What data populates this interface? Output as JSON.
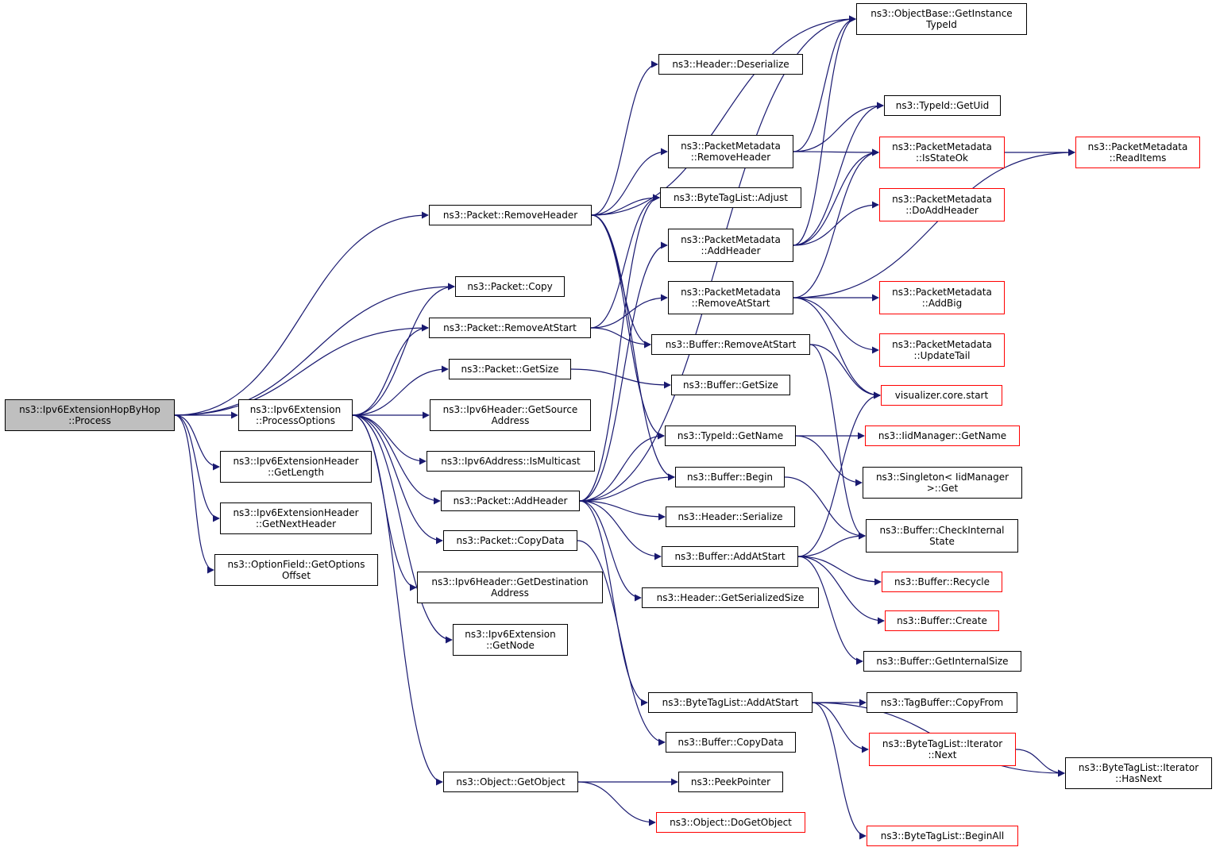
{
  "colors": {
    "edge": "#191970",
    "node_border": "#000000",
    "truncated_border": "#ff0000",
    "root_fill": "#bfbfbf"
  },
  "nodes": {
    "root": {
      "lines": [
        "ns3::Ipv6ExtensionHopByHop",
        "::Process"
      ],
      "style": "root"
    },
    "processOptions": {
      "lines": [
        "ns3::Ipv6Extension",
        "::ProcessOptions"
      ],
      "style": "normal"
    },
    "getLength": {
      "lines": [
        "ns3::Ipv6ExtensionHeader",
        "::GetLength"
      ],
      "style": "normal"
    },
    "getNextHeader": {
      "lines": [
        "ns3::Ipv6ExtensionHeader",
        "::GetNextHeader"
      ],
      "style": "normal"
    },
    "getOptionsOffset": {
      "lines": [
        "ns3::OptionField::GetOptions",
        "Offset"
      ],
      "style": "normal"
    },
    "removeHeader": {
      "lines": [
        "ns3::Packet::RemoveHeader"
      ],
      "style": "normal"
    },
    "packetCopy": {
      "lines": [
        "ns3::Packet::Copy"
      ],
      "style": "normal"
    },
    "removeAtStart": {
      "lines": [
        "ns3::Packet::RemoveAtStart"
      ],
      "style": "normal"
    },
    "packetGetSize": {
      "lines": [
        "ns3::Packet::GetSize"
      ],
      "style": "normal"
    },
    "getSourceAddress": {
      "lines": [
        "ns3::Ipv6Header::GetSource",
        "Address"
      ],
      "style": "normal"
    },
    "isMulticast": {
      "lines": [
        "ns3::Ipv6Address::IsMulticast"
      ],
      "style": "normal"
    },
    "addHeader": {
      "lines": [
        "ns3::Packet::AddHeader"
      ],
      "style": "normal"
    },
    "packetCopyData": {
      "lines": [
        "ns3::Packet::CopyData"
      ],
      "style": "normal"
    },
    "getDestAddress": {
      "lines": [
        "ns3::Ipv6Header::GetDestination",
        "Address"
      ],
      "style": "normal"
    },
    "getNode": {
      "lines": [
        "ns3::Ipv6Extension",
        "::GetNode"
      ],
      "style": "normal"
    },
    "getObject": {
      "lines": [
        "ns3::Object::GetObject"
      ],
      "style": "normal"
    },
    "headerDeserialize": {
      "lines": [
        "ns3::Header::Deserialize"
      ],
      "style": "normal"
    },
    "pmRemoveHeader": {
      "lines": [
        "ns3::PacketMetadata",
        "::RemoveHeader"
      ],
      "style": "normal"
    },
    "btlAdjust": {
      "lines": [
        "ns3::ByteTagList::Adjust"
      ],
      "style": "normal"
    },
    "pmAddHeader": {
      "lines": [
        "ns3::PacketMetadata",
        "::AddHeader"
      ],
      "style": "normal"
    },
    "pmRemoveAtStart": {
      "lines": [
        "ns3::PacketMetadata",
        "::RemoveAtStart"
      ],
      "style": "normal"
    },
    "bufRemoveAtStart": {
      "lines": [
        "ns3::Buffer::RemoveAtStart"
      ],
      "style": "normal"
    },
    "bufGetSize": {
      "lines": [
        "ns3::Buffer::GetSize"
      ],
      "style": "normal"
    },
    "typeIdGetName": {
      "lines": [
        "ns3::TypeId::GetName"
      ],
      "style": "normal"
    },
    "bufBegin": {
      "lines": [
        "ns3::Buffer::Begin"
      ],
      "style": "normal"
    },
    "headerSerialize": {
      "lines": [
        "ns3::Header::Serialize"
      ],
      "style": "normal"
    },
    "bufAddAtStart": {
      "lines": [
        "ns3::Buffer::AddAtStart"
      ],
      "style": "normal"
    },
    "headerGetSerSize": {
      "lines": [
        "ns3::Header::GetSerializedSize"
      ],
      "style": "normal"
    },
    "btlAddAtStart": {
      "lines": [
        "ns3::ByteTagList::AddAtStart"
      ],
      "style": "normal"
    },
    "bufCopyData": {
      "lines": [
        "ns3::Buffer::CopyData"
      ],
      "style": "normal"
    },
    "peekPointer": {
      "lines": [
        "ns3::PeekPointer"
      ],
      "style": "normal"
    },
    "doGetObject": {
      "lines": [
        "ns3::Object::DoGetObject"
      ],
      "style": "truncated"
    },
    "getInstanceTypeId": {
      "lines": [
        "ns3::ObjectBase::GetInstance",
        "TypeId"
      ],
      "style": "normal"
    },
    "typeIdGetUid": {
      "lines": [
        "ns3::TypeId::GetUid"
      ],
      "style": "normal"
    },
    "pmIsStateOk": {
      "lines": [
        "ns3::PacketMetadata",
        "::IsStateOk"
      ],
      "style": "truncated"
    },
    "pmDoAddHeader": {
      "lines": [
        "ns3::PacketMetadata",
        "::DoAddHeader"
      ],
      "style": "truncated"
    },
    "pmAddBig": {
      "lines": [
        "ns3::PacketMetadata",
        "::AddBig"
      ],
      "style": "truncated"
    },
    "pmUpdateTail": {
      "lines": [
        "ns3::PacketMetadata",
        "::UpdateTail"
      ],
      "style": "truncated"
    },
    "visualizerStart": {
      "lines": [
        "visualizer.core.start"
      ],
      "style": "truncated"
    },
    "iidGetName": {
      "lines": [
        "ns3::IidManager::GetName"
      ],
      "style": "truncated"
    },
    "singletonGet": {
      "lines": [
        "ns3::Singleton< IidManager",
        ">::Get"
      ],
      "style": "normal"
    },
    "bufCheckInternal": {
      "lines": [
        "ns3::Buffer::CheckInternal",
        "State"
      ],
      "style": "normal"
    },
    "bufRecycle": {
      "lines": [
        "ns3::Buffer::Recycle"
      ],
      "style": "truncated"
    },
    "bufCreate": {
      "lines": [
        "ns3::Buffer::Create"
      ],
      "style": "truncated"
    },
    "bufGetInternalSize": {
      "lines": [
        "ns3::Buffer::GetInternalSize"
      ],
      "style": "normal"
    },
    "tagBufCopyFrom": {
      "lines": [
        "ns3::TagBuffer::CopyFrom"
      ],
      "style": "normal"
    },
    "btlIterNext": {
      "lines": [
        "ns3::ByteTagList::Iterator",
        "::Next"
      ],
      "style": "truncated"
    },
    "btlBeginAll": {
      "lines": [
        "ns3::ByteTagList::BeginAll"
      ],
      "style": "truncated"
    },
    "pmReadItems": {
      "lines": [
        "ns3::PacketMetadata",
        "::ReadItems"
      ],
      "style": "truncated"
    },
    "btlIterHasNext": {
      "lines": [
        "ns3::ByteTagList::Iterator",
        "::HasNext"
      ],
      "style": "normal"
    }
  },
  "edges": [
    [
      "root",
      "processOptions"
    ],
    [
      "root",
      "getLength"
    ],
    [
      "root",
      "getNextHeader"
    ],
    [
      "root",
      "getOptionsOffset"
    ],
    [
      "root",
      "removeHeader"
    ],
    [
      "root",
      "packetCopy"
    ],
    [
      "root",
      "removeAtStart"
    ],
    [
      "processOptions",
      "packetCopy"
    ],
    [
      "processOptions",
      "removeAtStart"
    ],
    [
      "processOptions",
      "packetGetSize"
    ],
    [
      "processOptions",
      "getSourceAddress"
    ],
    [
      "processOptions",
      "isMulticast"
    ],
    [
      "processOptions",
      "addHeader"
    ],
    [
      "processOptions",
      "packetCopyData"
    ],
    [
      "processOptions",
      "getDestAddress"
    ],
    [
      "processOptions",
      "getNode"
    ],
    [
      "processOptions",
      "getObject"
    ],
    [
      "removeHeader",
      "getInstanceTypeId"
    ],
    [
      "removeHeader",
      "headerDeserialize"
    ],
    [
      "removeHeader",
      "pmRemoveHeader"
    ],
    [
      "removeHeader",
      "btlAdjust"
    ],
    [
      "removeHeader",
      "bufRemoveAtStart"
    ],
    [
      "removeHeader",
      "typeIdGetName"
    ],
    [
      "removeHeader",
      "bufBegin"
    ],
    [
      "removeAtStart",
      "pmRemoveAtStart"
    ],
    [
      "removeAtStart",
      "bufRemoveAtStart"
    ],
    [
      "removeAtStart",
      "btlAdjust"
    ],
    [
      "packetGetSize",
      "bufGetSize"
    ],
    [
      "addHeader",
      "getInstanceTypeId"
    ],
    [
      "addHeader",
      "btlAdjust"
    ],
    [
      "addHeader",
      "pmAddHeader"
    ],
    [
      "addHeader",
      "typeIdGetName"
    ],
    [
      "addHeader",
      "bufBegin"
    ],
    [
      "addHeader",
      "headerSerialize"
    ],
    [
      "addHeader",
      "bufAddAtStart"
    ],
    [
      "addHeader",
      "headerGetSerSize"
    ],
    [
      "addHeader",
      "btlAddAtStart"
    ],
    [
      "packetCopyData",
      "bufCopyData"
    ],
    [
      "getObject",
      "peekPointer"
    ],
    [
      "getObject",
      "doGetObject"
    ],
    [
      "pmRemoveHeader",
      "getInstanceTypeId"
    ],
    [
      "pmRemoveHeader",
      "typeIdGetUid"
    ],
    [
      "pmRemoveHeader",
      "pmIsStateOk"
    ],
    [
      "pmAddHeader",
      "getInstanceTypeId"
    ],
    [
      "pmAddHeader",
      "typeIdGetUid"
    ],
    [
      "pmAddHeader",
      "pmIsStateOk"
    ],
    [
      "pmAddHeader",
      "pmDoAddHeader"
    ],
    [
      "pmRemoveAtStart",
      "pmReadItems"
    ],
    [
      "pmRemoveAtStart",
      "pmIsStateOk"
    ],
    [
      "pmRemoveAtStart",
      "pmAddBig"
    ],
    [
      "pmRemoveAtStart",
      "pmUpdateTail"
    ],
    [
      "pmRemoveAtStart",
      "visualizerStart"
    ],
    [
      "pmIsStateOk",
      "pmReadItems"
    ],
    [
      "bufRemoveAtStart",
      "visualizerStart"
    ],
    [
      "bufRemoveAtStart",
      "bufCheckInternal"
    ],
    [
      "typeIdGetName",
      "iidGetName"
    ],
    [
      "typeIdGetName",
      "singletonGet"
    ],
    [
      "bufBegin",
      "bufCheckInternal"
    ],
    [
      "bufAddAtStart",
      "visualizerStart"
    ],
    [
      "bufAddAtStart",
      "bufCheckInternal"
    ],
    [
      "bufAddAtStart",
      "bufRecycle"
    ],
    [
      "bufAddAtStart",
      "bufCreate"
    ],
    [
      "bufAddAtStart",
      "bufGetInternalSize"
    ],
    [
      "btlAddAtStart",
      "tagBufCopyFrom"
    ],
    [
      "btlAddAtStart",
      "btlIterNext"
    ],
    [
      "btlAddAtStart",
      "btlBeginAll"
    ],
    [
      "btlAddAtStart",
      "btlIterHasNext"
    ],
    [
      "btlIterNext",
      "btlIterHasNext"
    ]
  ]
}
